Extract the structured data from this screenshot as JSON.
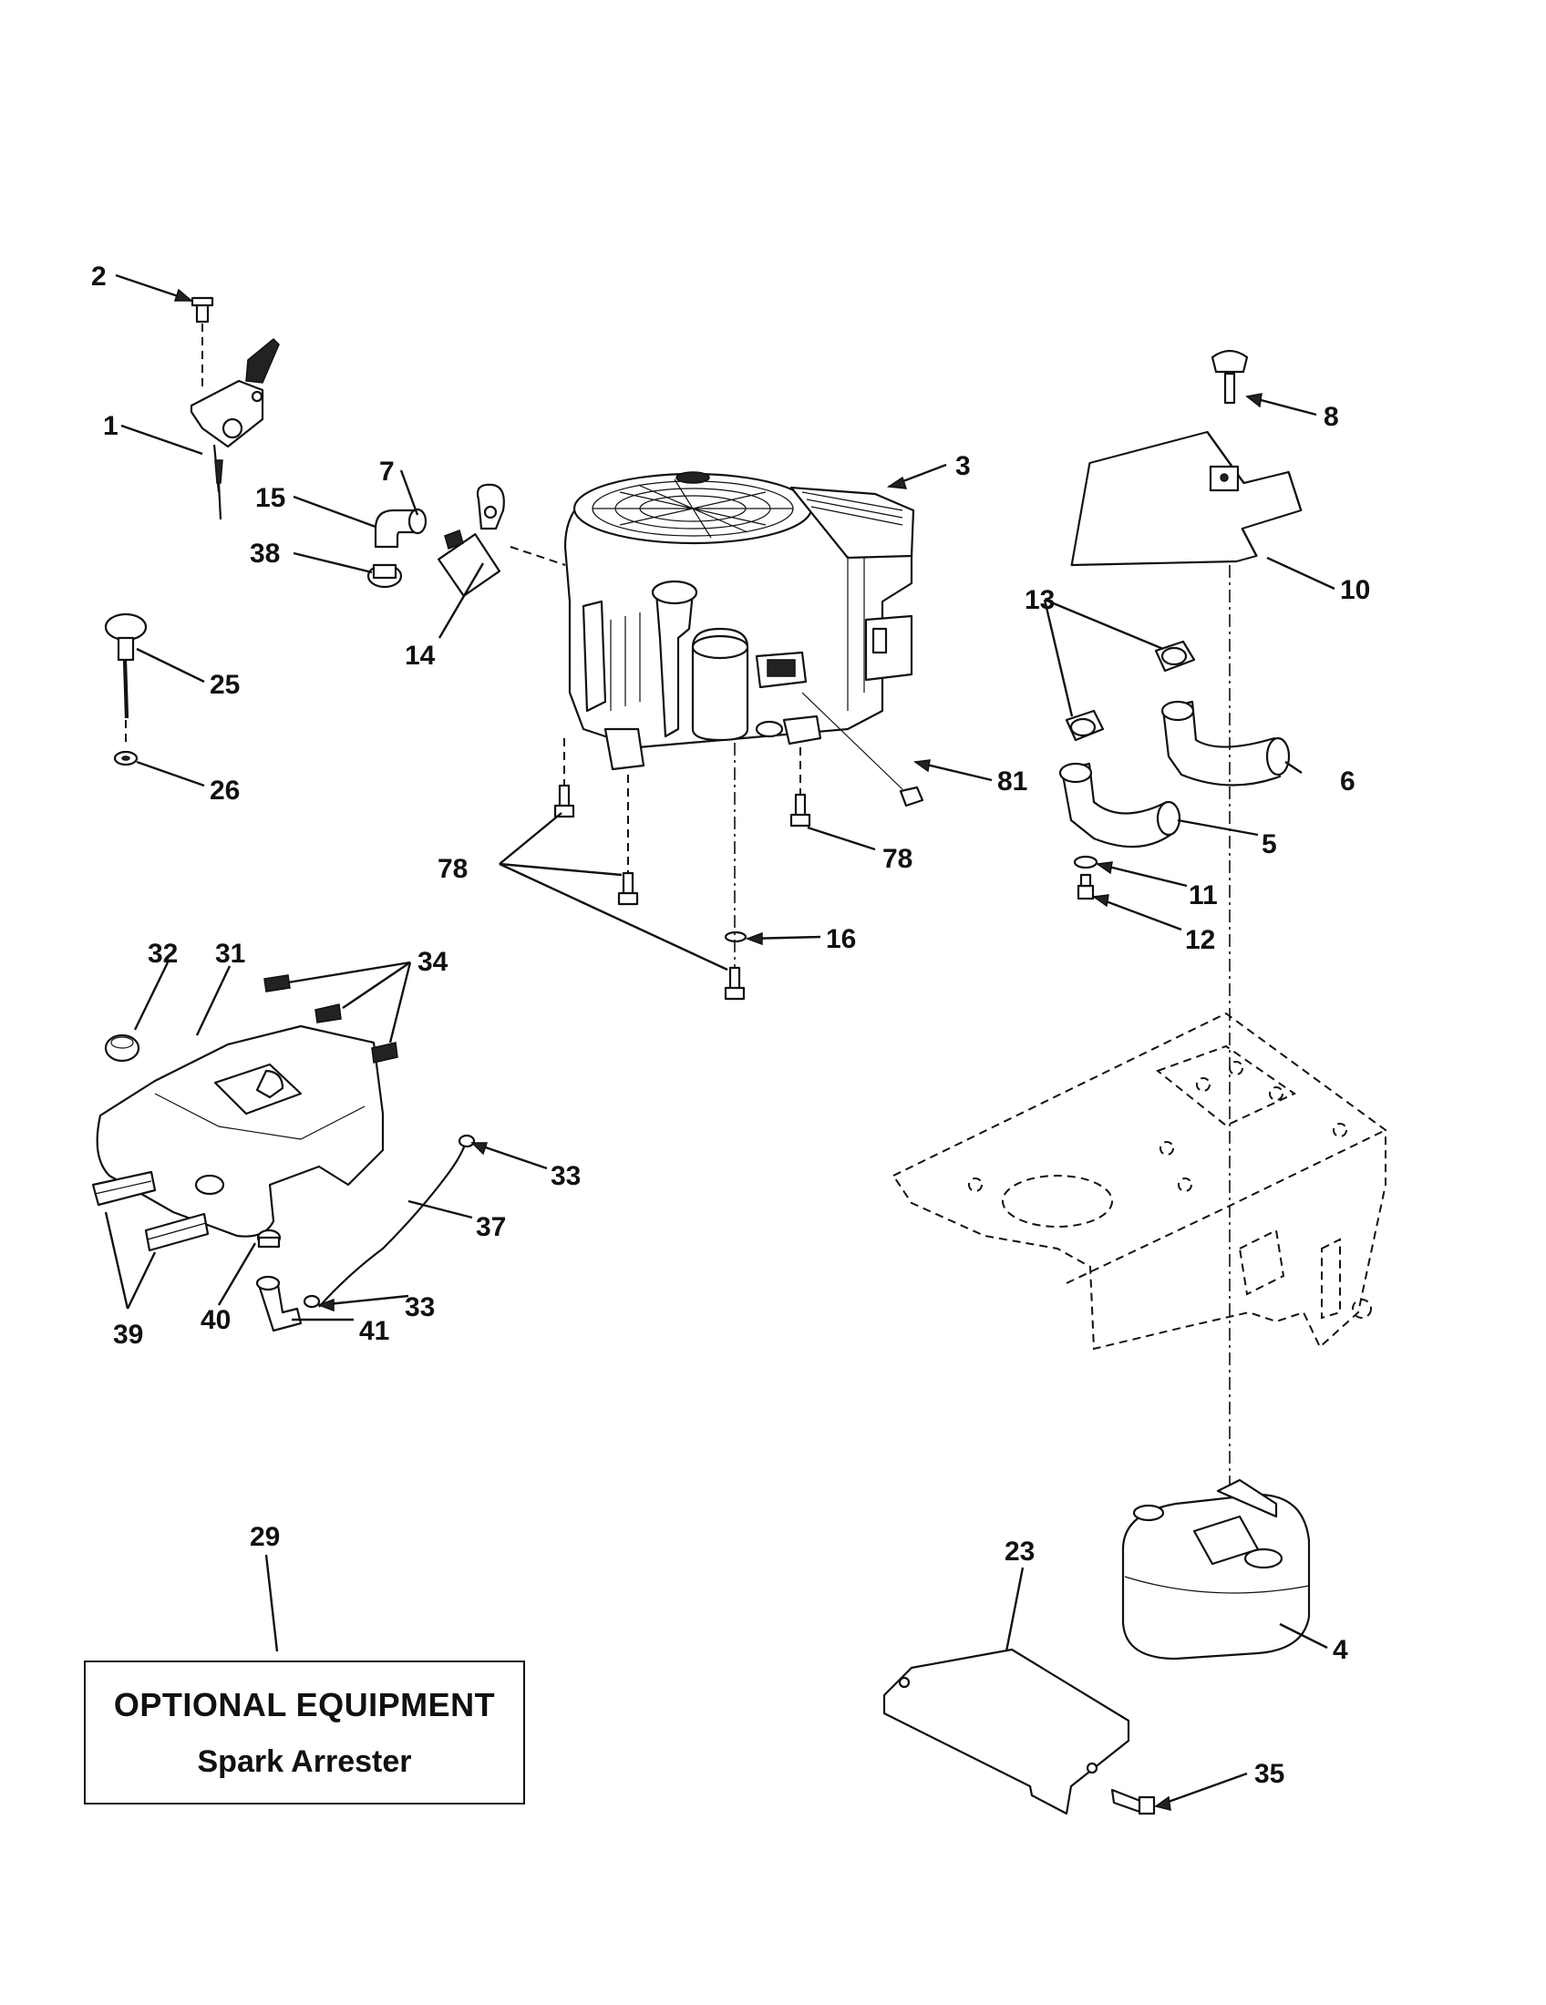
{
  "optional_equipment": {
    "title": "OPTIONAL EQUIPMENT",
    "item": "Spark Arrester",
    "callout": "29"
  },
  "callouts": {
    "c1": "1",
    "c2": "2",
    "c3": "3",
    "c4": "4",
    "c5": "5",
    "c6": "6",
    "c7": "7",
    "c8": "8",
    "c10": "10",
    "c11": "11",
    "c12": "12",
    "c13": "13",
    "c14": "14",
    "c15": "15",
    "c16": "16",
    "c23": "23",
    "c25": "25",
    "c26": "26",
    "c31": "31",
    "c32": "32",
    "c33a": "33",
    "c33b": "33",
    "c34": "34",
    "c35": "35",
    "c37": "37",
    "c38": "38",
    "c39": "39",
    "c40": "40",
    "c41": "41",
    "c78a": "78",
    "c78b": "78",
    "c81": "81"
  }
}
